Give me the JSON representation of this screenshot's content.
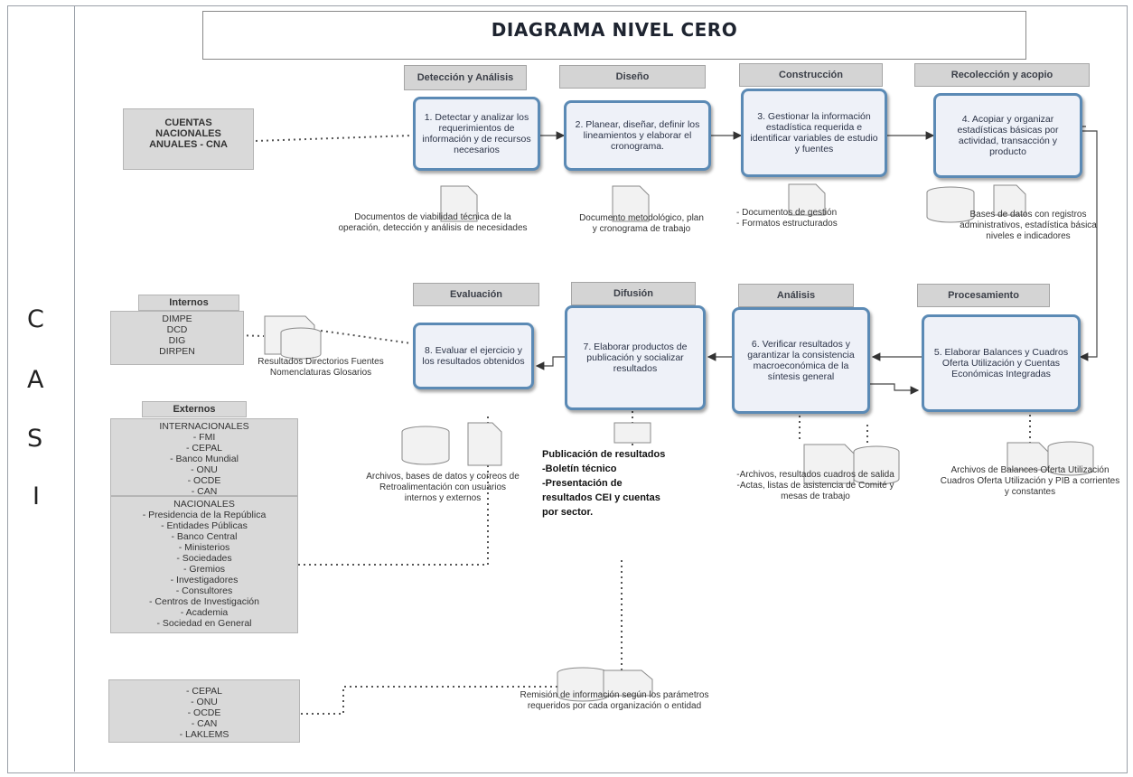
{
  "title": "DIAGRAMA NIVEL CERO",
  "casi_letters": [
    "C",
    "A",
    "S",
    "I"
  ],
  "phases": {
    "deteccion": "Detección y Análisis",
    "diseno": "Diseño",
    "construccion": "Construcción",
    "recoleccion": "Recolección y acopio",
    "evaluacion": "Evaluación",
    "difusion": "Difusión",
    "analisis": "Análisis",
    "procesamiento": "Procesamiento"
  },
  "processes": {
    "p1": "1. Detectar y analizar los requerimientos de información y de recursos necesarios",
    "p2": "2. Planear, diseñar, definir los lineamientos y elaborar el cronograma.",
    "p3": "3. Gestionar la información estadística requerida e identificar variables de estudio y fuentes",
    "p4": "4. Acopiar y organizar estadísticas básicas por actividad, transacción y producto",
    "p5": "5. Elaborar Balances y Cuadros Oferta Utilización y Cuentas Económicas Integradas",
    "p6": "6. Verificar resultados y garantizar la consistencia macroeconómica de la síntesis general",
    "p7": "7. Elaborar productos de publicación y socializar resultados",
    "p8": "8. Evaluar el ejercicio y los resultados obtenidos"
  },
  "notes": {
    "doc1": "Documentos de viabilidad técnica de la operación, detección y análisis de necesidades",
    "doc2": "Documento metodológico, plan y cronograma de trabajo",
    "doc3": "- Documentos de gestión\n- Formatos estructurados",
    "doc4": "Bases de datos con registros administrativos, estadística básica niveles e indicadores",
    "doc5": "Archivos de Balances Oferta Utilización Cuadros Oferta Utilización y PIB a corrientes y constantes",
    "doc6": "-Archivos, resultados cuadros de salida\n-Actas, listas de asistencia de Comité y mesas de trabajo",
    "doc8": "Archivos, bases de datos y correos de Retroalimentación con usuarios internos y externos",
    "doc_res": "Resultados Directorios Fuentes Nomenclaturas Glosarios",
    "doc_bottom": "Remisión de información según los parámetros requeridos por cada organización o entidad"
  },
  "publication": {
    "l1": "Publicación de resultados",
    "l2": "-Boletín técnico",
    "l3": "-Presentación de",
    "l4": "resultados  CEI y cuentas",
    "l5": "por sector."
  },
  "cuentas": "CUENTAS NACIONALES ANUALES  - CNA",
  "internos": {
    "label": "Internos",
    "items": [
      "DIMPE",
      "DCD",
      "DIG",
      "DIRPEN"
    ]
  },
  "externos": {
    "label": "Externos",
    "internacionales": [
      "INTERNACIONALES",
      "- FMI",
      "- CEPAL",
      "- Banco Mundial",
      "- ONU",
      "- OCDE",
      "- CAN"
    ],
    "nacionales": [
      "NACIONALES",
      "- Presidencia de la República",
      "- Entidades Públicas",
      "- Banco Central",
      "- Ministerios",
      "- Sociedades",
      "- Gremios",
      "- Investigadores",
      "- Consultores",
      "- Centros de Investigación",
      "- Academia",
      "- Sociedad en General"
    ]
  },
  "bottom_list": [
    "- CEPAL",
    "- ONU",
    "- OCDE",
    "- CAN",
    "- LAKLEMS"
  ]
}
